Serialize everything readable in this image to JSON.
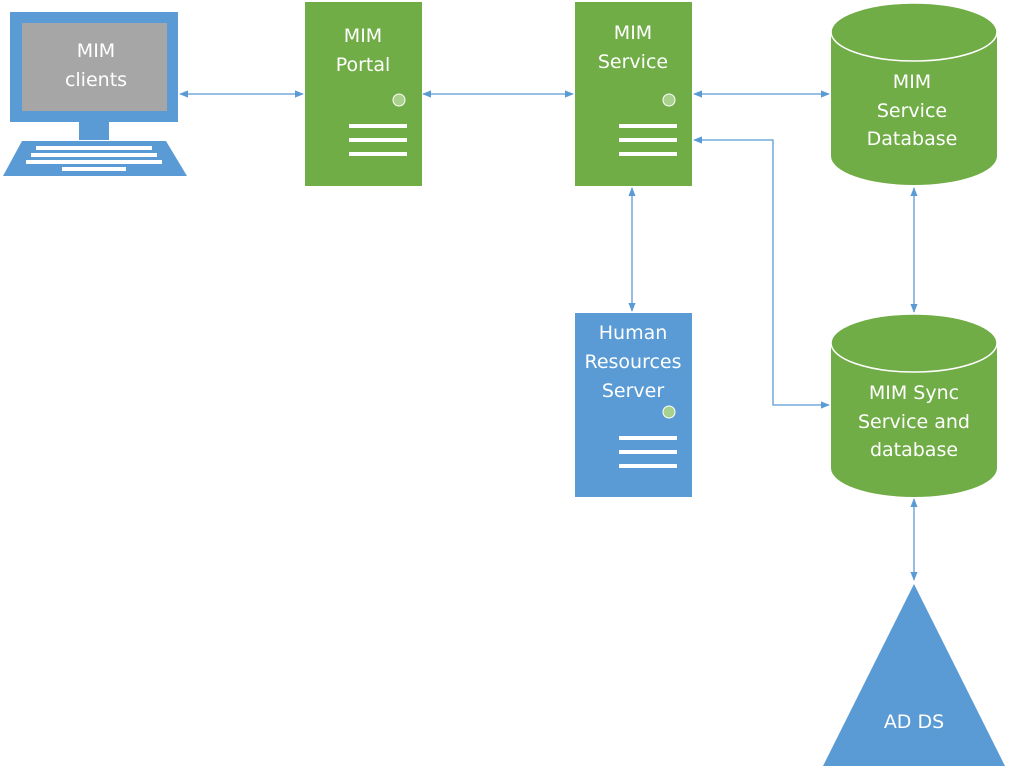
{
  "nodes": {
    "mim_clients": {
      "line1": "MIM",
      "line2": "clients"
    },
    "mim_portal": {
      "line1": "MIM",
      "line2": "Portal"
    },
    "mim_service": {
      "line1": "MIM",
      "line2": "Service"
    },
    "mim_service_database": {
      "line1": "MIM",
      "line2": "Service",
      "line3": "Database"
    },
    "human_resources_server": {
      "line1": "Human",
      "line2": "Resources",
      "line3": "Server"
    },
    "mim_sync": {
      "line1": "MIM Sync",
      "line2": "Service and",
      "line3": "database"
    },
    "ad_ds": {
      "label": "AD DS"
    }
  },
  "colors": {
    "green": "#70ad47",
    "blue": "#5b9bd5",
    "screen_gray": "#a6a6a6",
    "connector": "#5b9bd5",
    "led": "#a9d18e"
  }
}
